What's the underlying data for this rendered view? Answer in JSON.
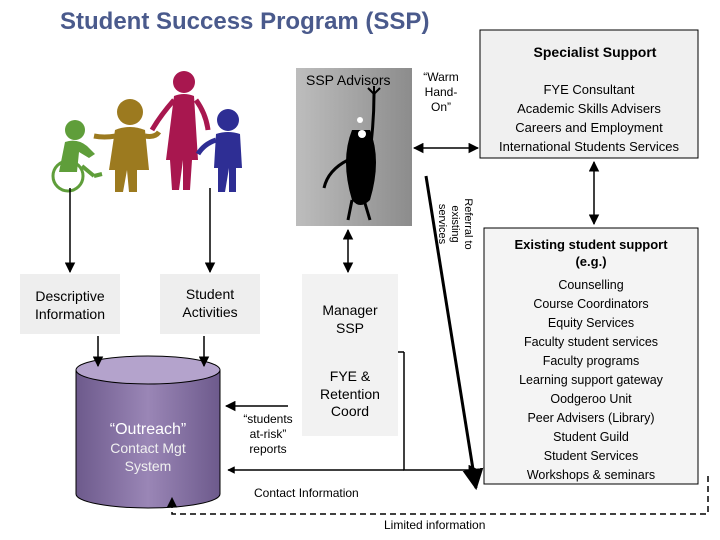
{
  "title": "Student Success Program (SSP)",
  "specialist": {
    "heading": "Specialist Support",
    "lines": [
      "FYE Consultant",
      "Academic Skills Advisers",
      "Careers and Employment",
      "International Students Services"
    ]
  },
  "ssp_advisors": "SSP Advisors",
  "warm_handon": {
    "l1": "“Warm",
    "l2": "Hand-",
    "l3": "On”"
  },
  "referral": {
    "l1": "Referral to",
    "l2": "existing",
    "l3": "services"
  },
  "existing": {
    "heading_l1": "Existing student support",
    "heading_l2": "(e.g.)",
    "items": [
      "Counselling",
      "Course Coordinators",
      "Equity Services",
      "Faculty student services",
      "Faculty programs",
      "Learning support gateway",
      "Oodgeroo Unit",
      "Peer Advisers (Library)",
      "Student Guild",
      "Student Services",
      "Workshops & seminars"
    ]
  },
  "descriptive": {
    "l1": "Descriptive",
    "l2": "Information"
  },
  "activities": {
    "l1": "Student",
    "l2": "Activities"
  },
  "manager": {
    "l1": "Manager",
    "l2": "SSP"
  },
  "fye": {
    "l1": "FYE &",
    "l2": "Retention",
    "l3": "Coord"
  },
  "outreach": {
    "l1": "“Outreach”",
    "l2": "Contact Mgt",
    "l3": "System"
  },
  "at_risk": {
    "l1": "“students",
    "l2": "at-risk”",
    "l3": "reports"
  },
  "contact_info": "Contact Information",
  "limited_info": "Limited information",
  "colors": {
    "title": "#4a5a8c",
    "outreach_cylinder": "#8b76a8",
    "figure_green": "#5f9e3a",
    "figure_brown": "#9c7a1f",
    "figure_magenta": "#a8174f",
    "figure_blue": "#2e2e94",
    "advisor_panel": "#9e9e9e"
  }
}
